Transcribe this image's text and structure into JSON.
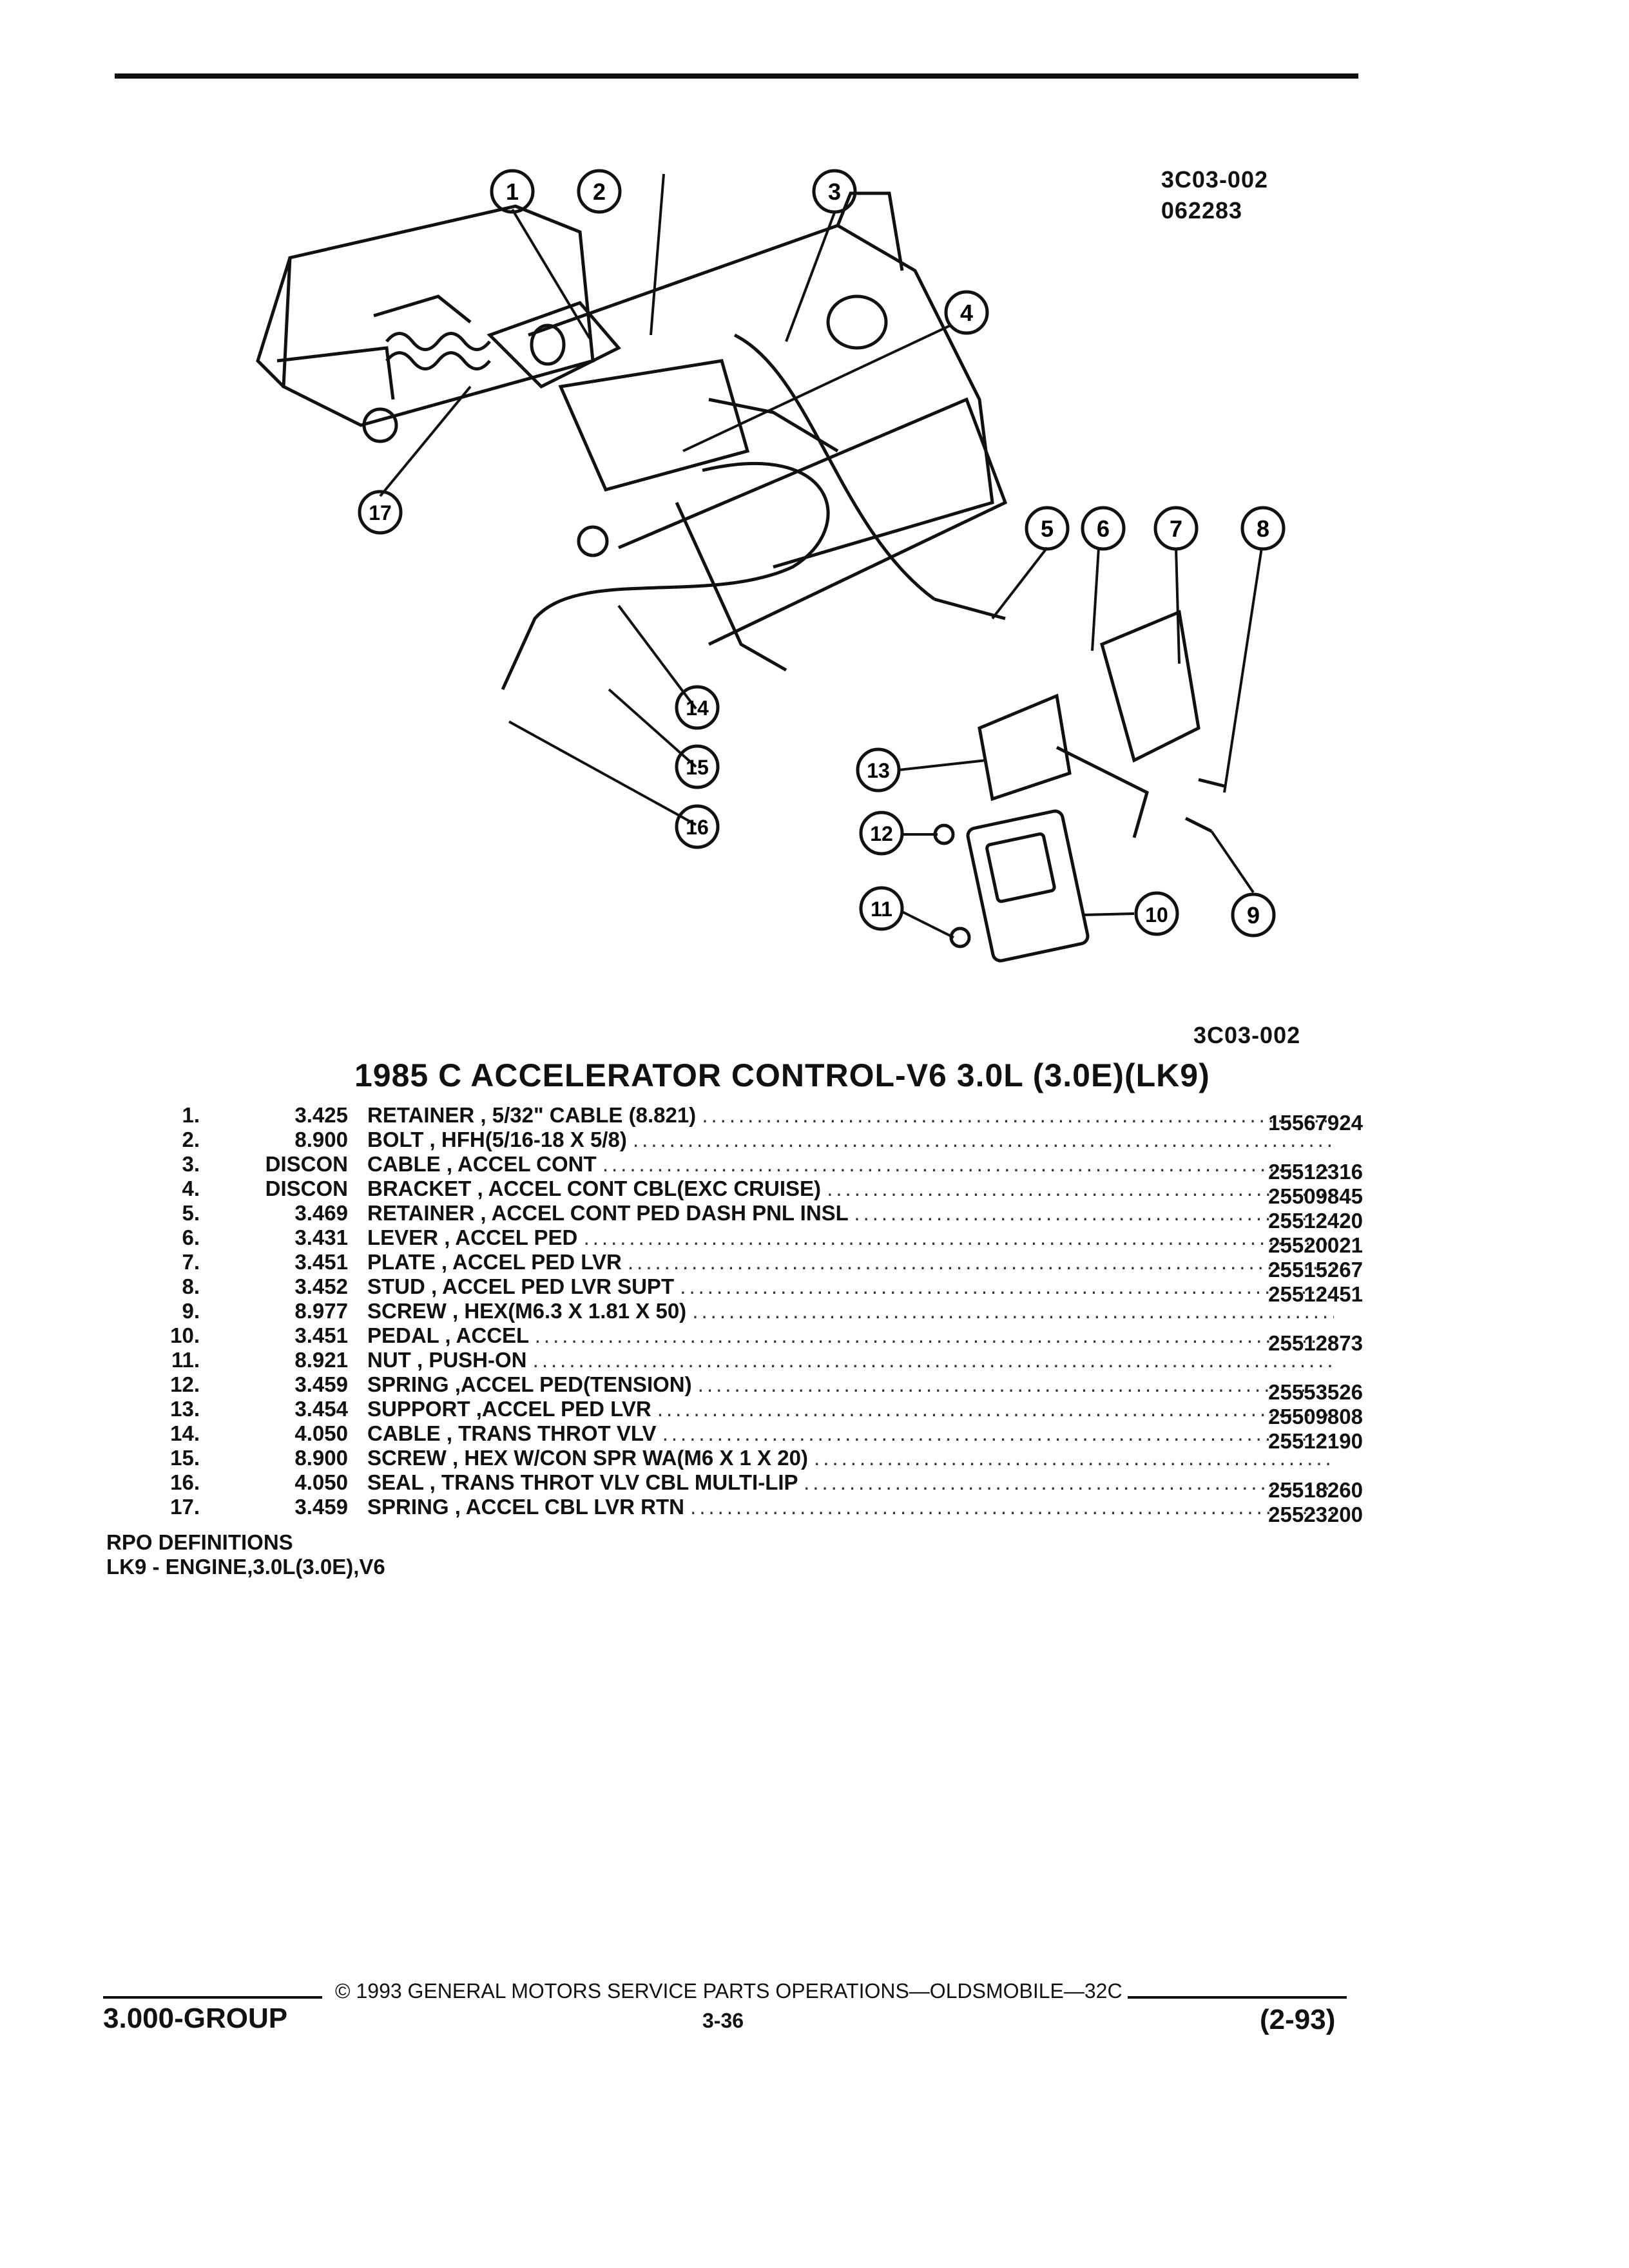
{
  "figure": {
    "code": "3C03-002",
    "date_code": "062283",
    "ref": "3C03-002",
    "callouts": [
      "1",
      "2",
      "3",
      "4",
      "5",
      "6",
      "7",
      "8",
      "9",
      "10",
      "11",
      "12",
      "13",
      "14",
      "15",
      "16",
      "17"
    ]
  },
  "title": "1985 C ACCELERATOR CONTROL-V6 3.0L (3.0E)(LK9)",
  "parts": [
    {
      "num": "1.",
      "page": "3.425",
      "desc": "RETAINER , 5/32\" CABLE (8.821)",
      "pn": "15567924"
    },
    {
      "num": "2.",
      "page": "8.900",
      "desc": "BOLT , HFH(5/16-18 X 5/8)",
      "pn": ""
    },
    {
      "num": "3.",
      "page": "DISCON",
      "desc": "CABLE , ACCEL CONT",
      "pn": "25512316"
    },
    {
      "num": "4.",
      "page": "DISCON",
      "desc": "BRACKET , ACCEL CONT CBL(EXC CRUISE)",
      "pn": "25509845"
    },
    {
      "num": "5.",
      "page": "3.469",
      "desc": "RETAINER , ACCEL CONT PED DASH PNL INSL",
      "pn": "25512420"
    },
    {
      "num": "6.",
      "page": "3.431",
      "desc": "LEVER , ACCEL PED",
      "pn": "25520021"
    },
    {
      "num": "7.",
      "page": "3.451",
      "desc": "PLATE , ACCEL PED LVR",
      "pn": "25515267"
    },
    {
      "num": "8.",
      "page": "3.452",
      "desc": "STUD , ACCEL PED LVR SUPT",
      "pn": "25512451"
    },
    {
      "num": "9.",
      "page": "8.977",
      "desc": "SCREW , HEX(M6.3 X 1.81 X 50)",
      "pn": ""
    },
    {
      "num": "10.",
      "page": "3.451",
      "desc": "PEDAL , ACCEL",
      "pn": "25512873"
    },
    {
      "num": "11.",
      "page": "8.921",
      "desc": "NUT , PUSH-ON",
      "pn": ""
    },
    {
      "num": "12.",
      "page": "3.459",
      "desc": "SPRING ,ACCEL PED(TENSION)",
      "pn": "25553526"
    },
    {
      "num": "13.",
      "page": "3.454",
      "desc": "SUPPORT ,ACCEL PED LVR",
      "pn": "25509808"
    },
    {
      "num": "14.",
      "page": "4.050",
      "desc": "CABLE , TRANS THROT VLV",
      "pn": "25512190"
    },
    {
      "num": "15.",
      "page": "8.900",
      "desc": "SCREW , HEX W/CON SPR WA(M6 X 1 X 20)",
      "pn": ""
    },
    {
      "num": "16.",
      "page": "4.050",
      "desc": "SEAL , TRANS THROT VLV CBL MULTI-LIP",
      "pn": "25518260"
    },
    {
      "num": "17.",
      "page": "3.459",
      "desc": "SPRING , ACCEL CBL LVR RTN",
      "pn": "25523200"
    }
  ],
  "rpo": {
    "heading": "RPO DEFINITIONS",
    "definition": "LK9 - ENGINE,3.0L(3.0E),V6"
  },
  "footer": {
    "group": "3.000-GROUP",
    "copyright": "© 1993 GENERAL MOTORS SERVICE PARTS OPERATIONS—OLDSMOBILE—32C",
    "page": "3-36",
    "date": "(2-93)"
  }
}
